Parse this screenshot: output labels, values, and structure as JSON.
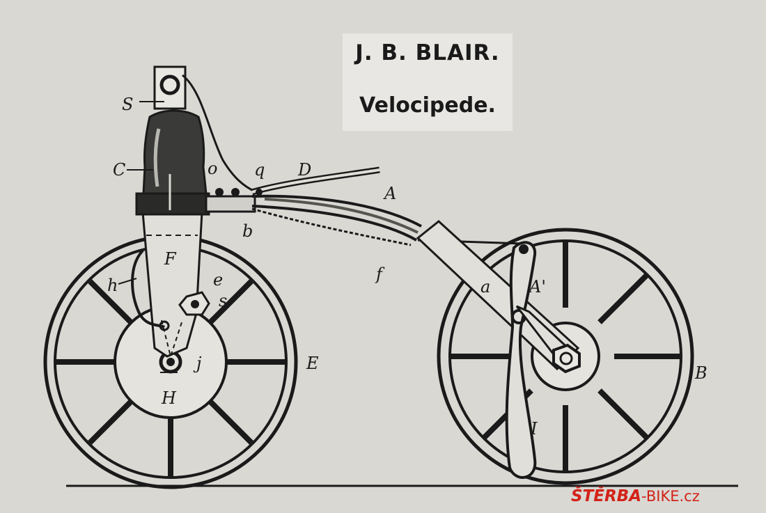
{
  "title": {
    "line1": "J. B. BLAIR.",
    "line2": "Velocipede."
  },
  "labels": {
    "S": "S",
    "C": "C",
    "o": "o",
    "q": "q",
    "D": "D",
    "A": "A",
    "b": "b",
    "F": "F",
    "f": "f",
    "h": "h",
    "e": "e",
    "s": "s",
    "j": "j",
    "H": "H",
    "E": "E",
    "a": "a",
    "A2": "A'",
    "B": "B",
    "I": "I"
  },
  "watermark": {
    "main": "ŠTĚRBA",
    "suffix": "-BIKE.cz"
  },
  "colors": {
    "paper": "#d9d8d3",
    "ink": "#1a1a1a",
    "watermark": "#d32218"
  }
}
